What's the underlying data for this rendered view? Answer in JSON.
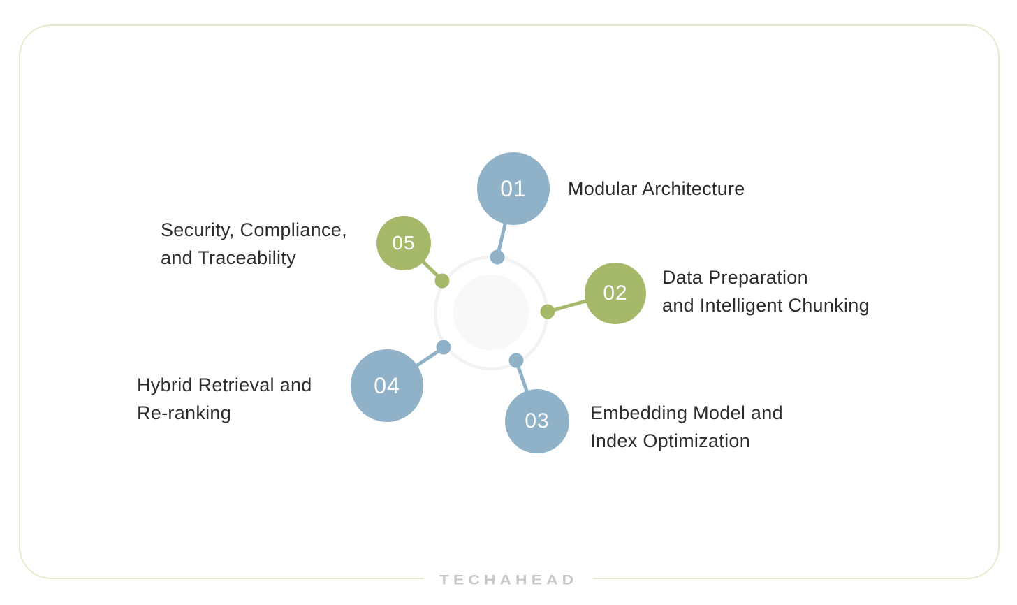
{
  "brand": {
    "logo_text": "TECHAHEAD"
  },
  "diagram": {
    "title": "",
    "items": [
      {
        "number": "01",
        "color": "#8fb2c8",
        "lines": [
          "Modular Architecture"
        ]
      },
      {
        "number": "02",
        "color": "#a6b96b",
        "lines": [
          "Data Preparation",
          "and Intelligent Chunking"
        ]
      },
      {
        "number": "03",
        "color": "#8fb2c8",
        "lines": [
          "Embedding Model and",
          "Index Optimization"
        ]
      },
      {
        "number": "04",
        "color": "#8fb2c8",
        "lines": [
          "Hybrid Retrieval and",
          "Re-ranking"
        ]
      },
      {
        "number": "05",
        "color": "#a6b96b",
        "lines": [
          "Security, Compliance,",
          "and Traceability"
        ]
      }
    ]
  },
  "colors": {
    "blue": "#8fb2c8",
    "green": "#a6b96b",
    "card_border": "#e8eacf",
    "label_text": "#2c2c2c",
    "number_text": "#ffffff",
    "hub_ring": "#f2f2f2",
    "hub_fill": "#f8f8f8",
    "logo_text": "#c8c8c8"
  }
}
